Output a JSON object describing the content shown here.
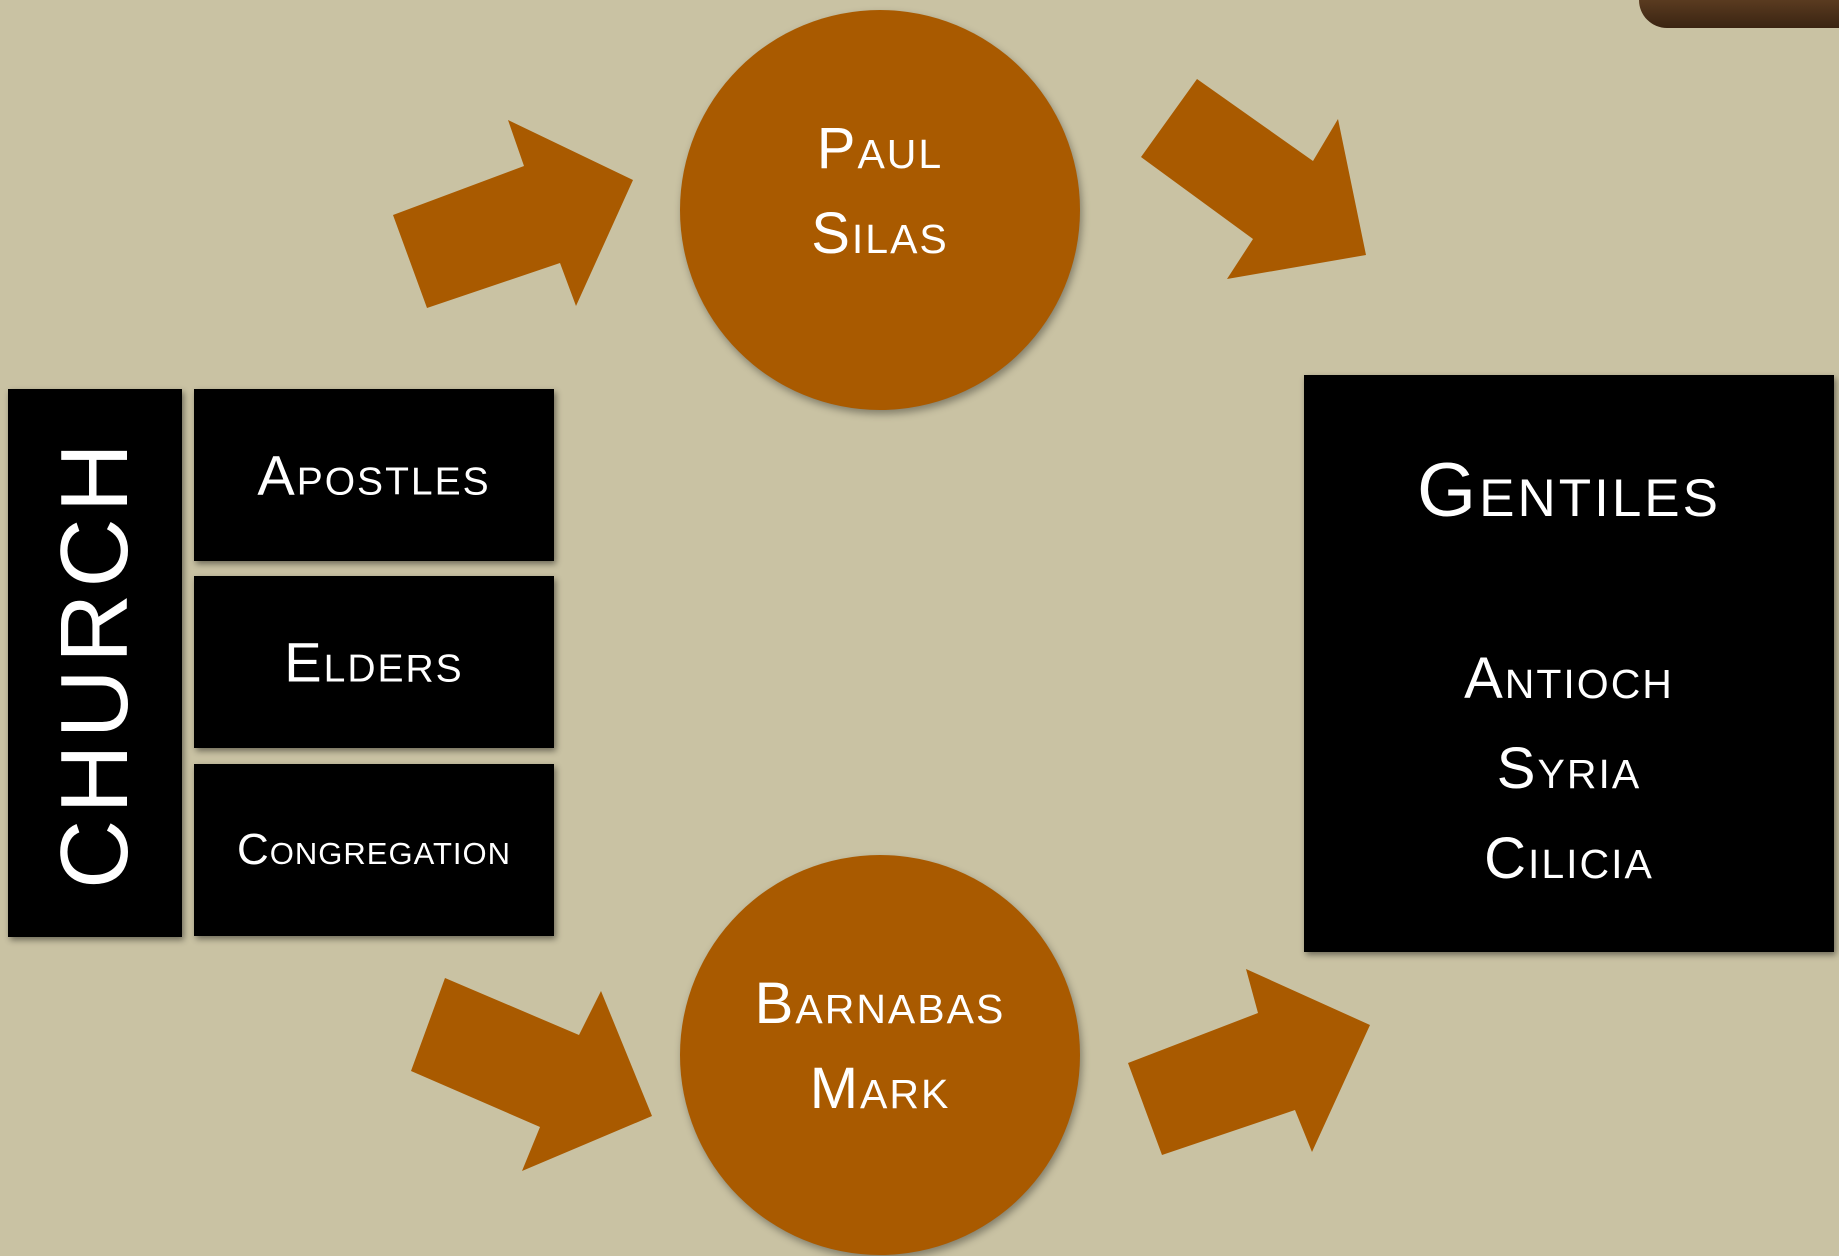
{
  "church": {
    "label": "CHURCH",
    "roles": [
      "Apostles",
      "Elders",
      "Congregation"
    ]
  },
  "messengers": {
    "top": [
      "Paul",
      "Silas"
    ],
    "bottom": [
      "Barnabas",
      "Mark"
    ]
  },
  "gentiles": {
    "title": "Gentiles",
    "places": [
      "Antioch",
      "Syria",
      "Cilicia"
    ]
  },
  "colors": {
    "background": "#c9c2a3",
    "accent": "#a95a00",
    "box": "#000000",
    "text": "#ffffff"
  }
}
